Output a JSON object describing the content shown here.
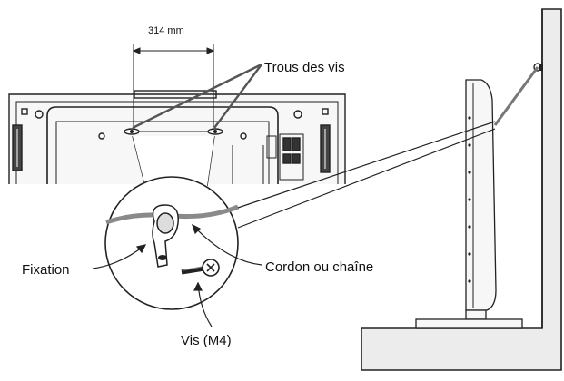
{
  "labels": {
    "dimension": "314 mm",
    "screw_holes": "Trous des vis",
    "bracket": "Fixation",
    "cord_or_chain": "Cordon ou chaîne",
    "screw": "Vis (M4)"
  },
  "colors": {
    "line": "#222222",
    "cord": "#8a8a8a",
    "wall_fill": "#ececec",
    "panel_fill": "#f7f7f7",
    "background": "#ffffff"
  },
  "icons": {
    "screw": "phillips-screw-icon",
    "bracket": "p-clip-bracket-icon"
  }
}
